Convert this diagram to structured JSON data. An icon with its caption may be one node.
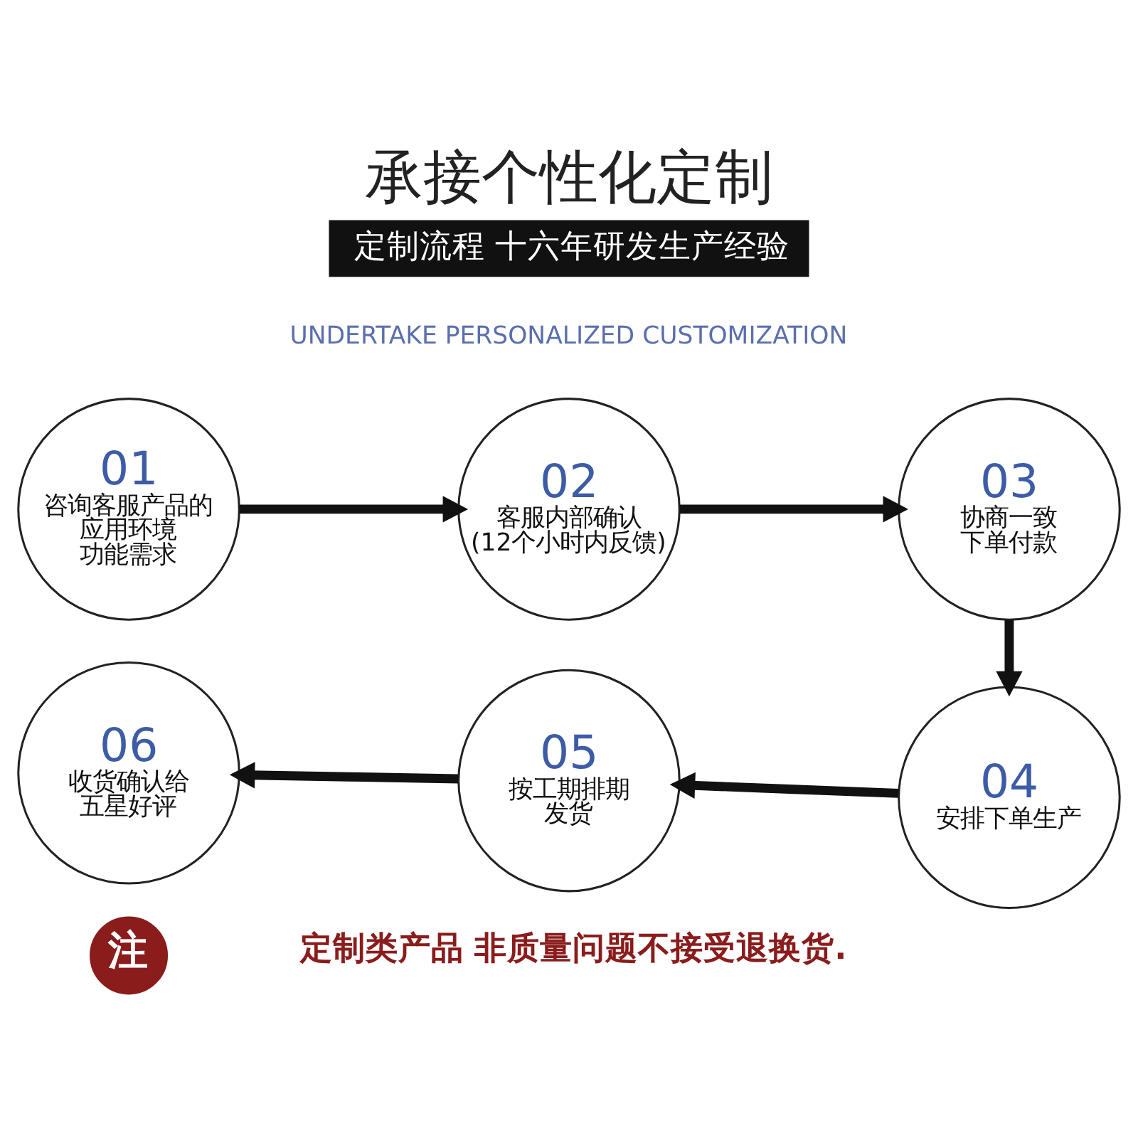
{
  "diagram": {
    "title": "承接个性化定制",
    "nodes": [
      {
        "text": [
          "定制流程 十六年研发生产经验"
        ]
      },
      {
        "text": [
          "01",
          "咨询客服产品的应用环境功能需求"
        ]
      },
      {
        "text": [
          "02",
          "客服内部确认(12个小时内反馈)"
        ]
      },
      {
        "text": [
          "03",
          "协商一致下单付款"
        ]
      },
      {
        "text": [
          "04",
          "安排下单生产"
        ]
      },
      {
        "text": [
          "05",
          "按工期排期发货"
        ]
      },
      {
        "text": [
          "06",
          "收货确认给五星好评"
        ]
      },
      {
        "text": [
          "注"
        ]
      }
    ],
    "edges": [
      {
        "from": 1,
        "to": 2,
        "arrow": "to"
      },
      {
        "from": 2,
        "to": 3,
        "arrow": "to"
      },
      {
        "from": 3,
        "to": 4,
        "arrow": "to"
      },
      {
        "from": 4,
        "to": 5,
        "arrow": "to"
      },
      {
        "from": 5,
        "to": 6,
        "arrow": "to"
      }
    ],
    "labels": [
      "UNDERTAKE PERSONALIZED CUSTOMIZATION",
      "定制类产品 非质量问题不接受退换货."
    ]
  }
}
